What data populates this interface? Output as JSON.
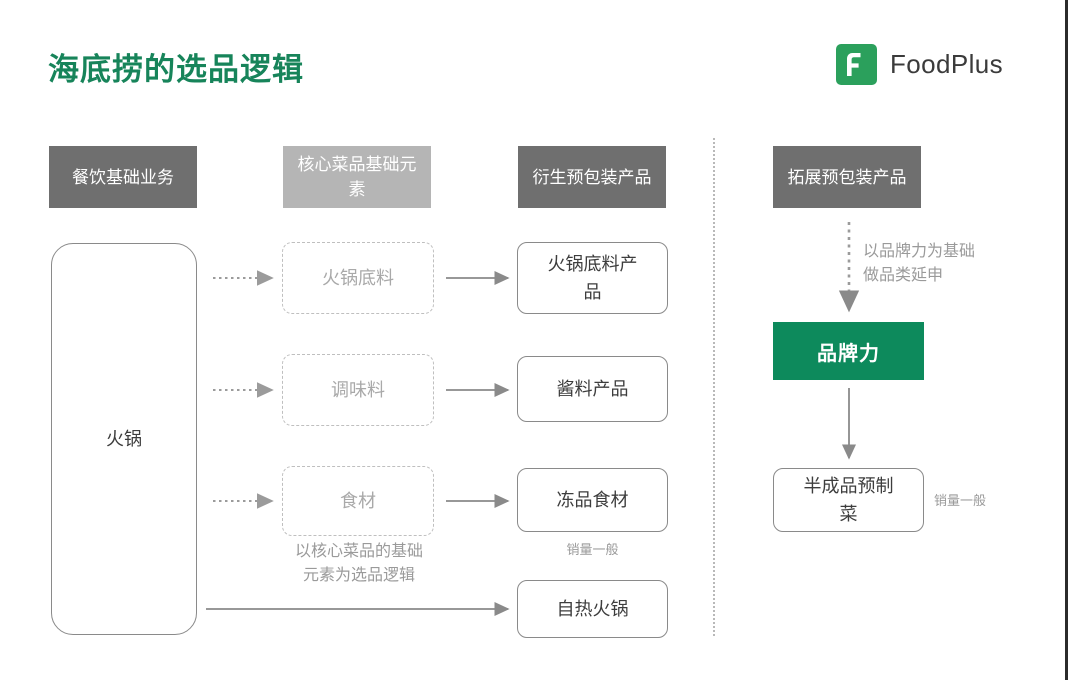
{
  "header": {
    "title": "海底捞的选品逻辑",
    "brand_name": "FoodPlus",
    "brand_mark_letter": "F",
    "title_color": "#17845a",
    "brand_green": "#2ba05c"
  },
  "columns": [
    {
      "label": "餐饮基础业务",
      "style": "dark"
    },
    {
      "label": "核心菜品基础元素",
      "style": "light"
    },
    {
      "label": "衍生预包装产品",
      "style": "dark"
    },
    {
      "label": "拓展预包装产品",
      "style": "dark"
    }
  ],
  "left_column": {
    "base_business": "火锅"
  },
  "core_elements": [
    {
      "label": "火锅底料"
    },
    {
      "label": "调味料"
    },
    {
      "label": "食材"
    }
  ],
  "core_elements_caption": "以核心菜品的基础\n元素为选品逻辑",
  "core_elements_caption_line1": "以核心菜品的基础",
  "core_elements_caption_line2": "元素为选品逻辑",
  "derived_products": [
    {
      "label": "火锅底料产\n品",
      "line1": "火锅底料产",
      "line2": "品",
      "note": ""
    },
    {
      "label": "酱料产品",
      "line1": "酱料产品",
      "line2": "",
      "note": ""
    },
    {
      "label": "冻品食材",
      "line1": "冻品食材",
      "line2": "",
      "note": "销量一般"
    },
    {
      "label": "自热火锅",
      "line1": "自热火锅",
      "line2": "",
      "note": ""
    }
  ],
  "extension": {
    "flow_caption_line1": "以品牌力为基础",
    "flow_caption_line2": "做品类延申",
    "brand_power_label": "品牌力",
    "brand_power_color": "#0d8a5c",
    "product_line1": "半成品预制",
    "product_line2": "菜",
    "product_note": "销量一般"
  },
  "arrow_color": "#8a8a8a",
  "dotted_arrow_color": "#9b9b9b"
}
